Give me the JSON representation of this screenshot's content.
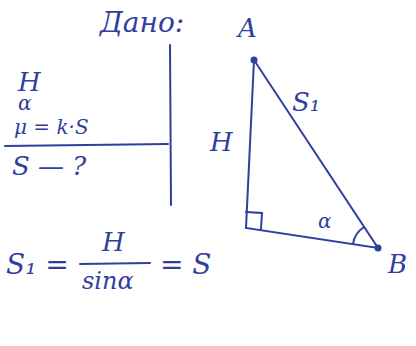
{
  "diagram": {
    "labels": [
      "Дано:",
      "H",
      "α",
      "μ = k·S",
      "S — ?",
      "A",
      "H",
      "S₁",
      "α",
      "B",
      "S₁ =",
      "H",
      "sinα",
      "= S"
    ]
  }
}
